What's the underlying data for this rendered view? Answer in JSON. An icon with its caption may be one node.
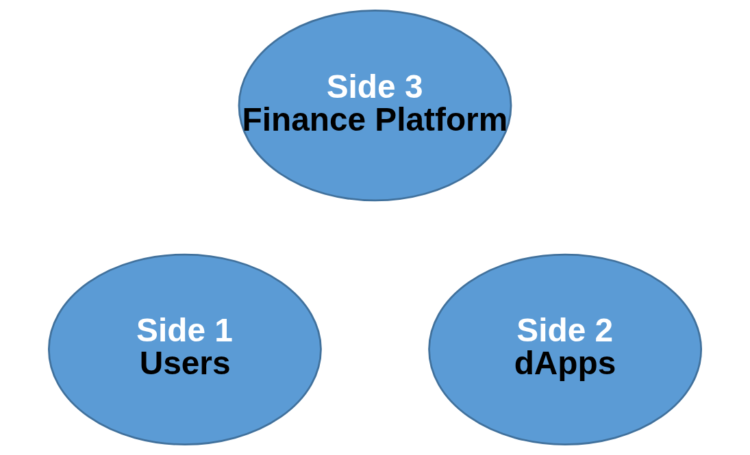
{
  "diagram": {
    "nodes": [
      {
        "text": [
          "Side 3",
          "Finance Platform"
        ]
      },
      {
        "text": [
          "Side 1",
          "Users"
        ]
      },
      {
        "text": [
          "Side 2",
          "dApps"
        ]
      }
    ]
  }
}
